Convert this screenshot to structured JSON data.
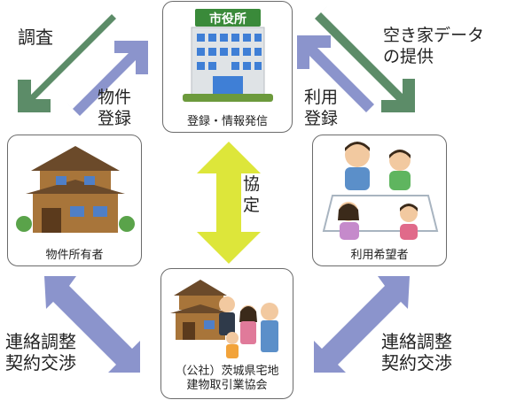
{
  "nodes": {
    "city": {
      "sign": "市役所",
      "caption": "登録・情報発信"
    },
    "owner": {
      "caption": "物件所有者"
    },
    "user": {
      "caption": "利用希望者"
    },
    "assoc": {
      "caption_line1": "（公社）茨城県宅地",
      "caption_line2": "建物取引業協会"
    }
  },
  "labels": {
    "survey": "調査",
    "property_registration": "物件\n登録",
    "vacancy_data": "空き家データ\nの提供",
    "usage_registration": "利用\n登録",
    "agreement": "協\n定",
    "contact_left": "連絡調整\n契約交渉",
    "contact_right": "連絡調整\n契約交渉"
  },
  "colors": {
    "green_arrow": "#5c8c68",
    "blue_arrow": "#8b94cc",
    "yellow_arrow": "#dde63a",
    "box_border": "#6b6b6b"
  },
  "icons": [
    "city-hall-icon",
    "house-icon",
    "people-at-table-icon",
    "realtor-showing-house-icon"
  ]
}
